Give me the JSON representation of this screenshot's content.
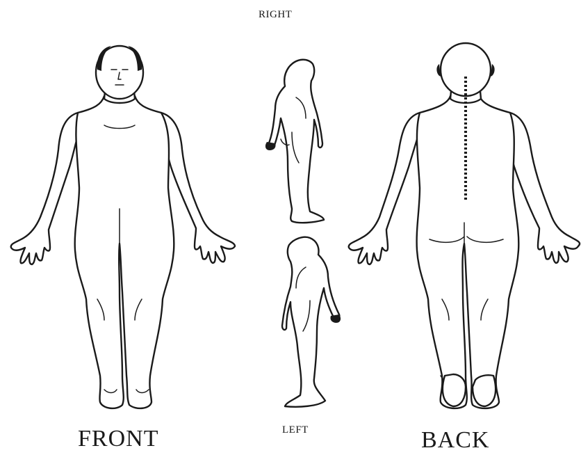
{
  "labels": {
    "right": "RIGHT",
    "left": "LEFT",
    "front": "FRONT",
    "back": "BACK"
  },
  "colors": {
    "ink": "#1a1a1a",
    "background": "#ffffff"
  }
}
